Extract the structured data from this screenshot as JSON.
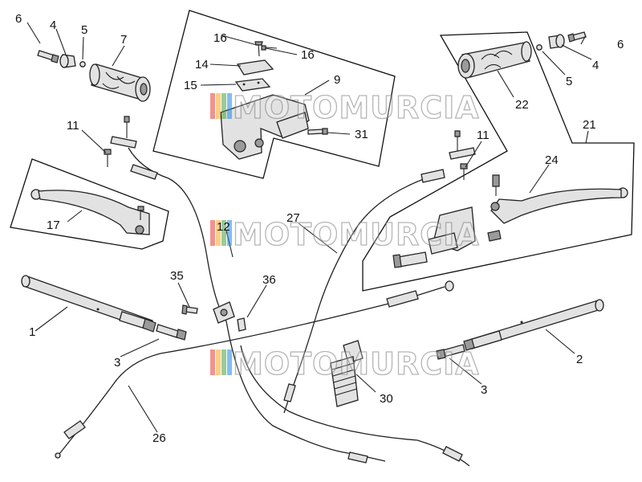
{
  "watermark": {
    "text": "MOTOMURCIA",
    "stripe_colors": [
      "#e53935",
      "#f9a825",
      "#43a047",
      "#1e88e5"
    ]
  },
  "callouts": {
    "c1": "1",
    "c2": "2",
    "c3a": "3",
    "c3b": "3",
    "c4a": "4",
    "c4b": "4",
    "c5a": "5",
    "c5b": "5",
    "c6a": "6",
    "c6b": "6",
    "c7": "7",
    "c9": "9",
    "c11a": "11",
    "c11b": "11",
    "c12": "12",
    "c14": "14",
    "c15": "15",
    "c16a": "16",
    "c16b": "16",
    "c17": "17",
    "c21": "21",
    "c22": "22",
    "c24": "24",
    "c26": "26",
    "c27": "27",
    "c30": "30",
    "c31": "31",
    "c35": "35",
    "c36": "36"
  }
}
